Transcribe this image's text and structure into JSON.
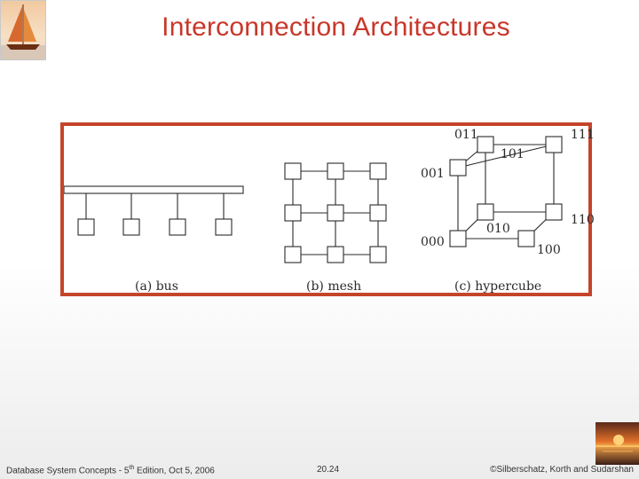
{
  "slide": {
    "title": "Interconnection Architectures"
  },
  "figure": {
    "captions": {
      "bus": "(a) bus",
      "mesh": "(b) mesh",
      "hypercube": "(c) hypercube"
    },
    "hypercube_labels": {
      "n011": "011",
      "n111": "111",
      "n101": "101",
      "n001": "001",
      "n110": "110",
      "n010": "010",
      "n000": "000",
      "n100": "100"
    },
    "border_color": "#c5452a"
  },
  "footer": {
    "left_prefix": "Database System Concepts - 5",
    "left_sup": "th",
    "left_suffix": " Edition, Oct 5, 2006",
    "center": "20.24",
    "right": "©Silberschatz, Korth and Sudarshan"
  },
  "colors": {
    "title": "#c8372a",
    "footer_text": "#333333"
  },
  "icons": {
    "top_left": "sailboat-logo",
    "bottom_right": "sunset-logo"
  }
}
